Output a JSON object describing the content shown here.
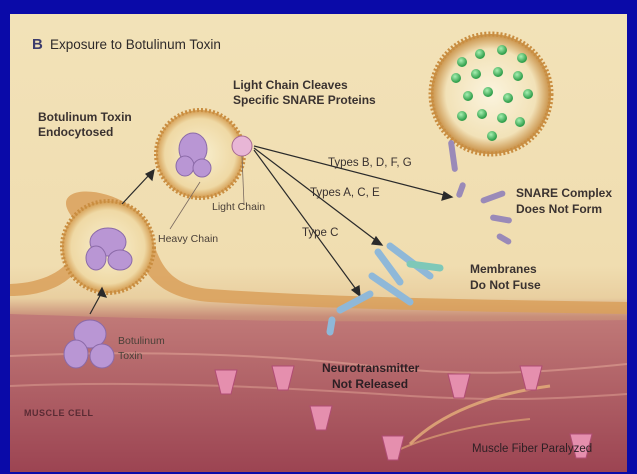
{
  "figure": {
    "panel_letter": "B",
    "title": "Exposure to Botulinum Toxin"
  },
  "labels": {
    "endocytosed_line1": "Botulinum Toxin",
    "endocytosed_line2": "Endocytosed",
    "cleaves_line1": "Light Chain Cleaves",
    "cleaves_line2": "Specific SNARE Proteins",
    "types_bdfg": "Types B, D, F, G",
    "types_ace": "Types A, C, E",
    "type_c": "Type C",
    "light_chain": "Light Chain",
    "heavy_chain": "Heavy Chain",
    "snare_line1": "SNARE Complex",
    "snare_line2": "Does Not Form",
    "membranes_line1": "Membranes",
    "membranes_line2": "Do Not Fuse",
    "toxin_line1": "Botulinum",
    "toxin_line2": "Toxin",
    "neuro_line1": "Neurotransmitter",
    "neuro_line2": "Not Released",
    "muscle_cell": "MUSCLE CELL",
    "paralyzed": "Muscle Fiber Paralyzed"
  },
  "colors": {
    "border": "#0a0aa8",
    "toxin": "#b89ad0",
    "vesicle_rim": "#d9a458",
    "neurotransmitter": "#3fb35a",
    "snare_blue": "#8fb8d8",
    "receptor_pink": "#e07a9a"
  }
}
